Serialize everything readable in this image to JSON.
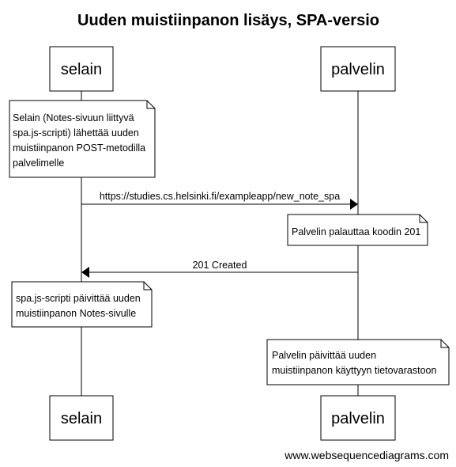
{
  "title": "Uuden muistiinpanon lisäys, SPA-versio",
  "actors": {
    "browser": "selain",
    "server": "palvelin"
  },
  "notes": {
    "browser_sends": [
      "Selain (Notes-sivuun liittyvä",
      "spa.js-scripti) lähettää uuden",
      "muistiinpanon POST-metodilla",
      "palvelimelle"
    ],
    "server_returns": [
      "Palvelin palauttaa koodin 201"
    ],
    "browser_updates": [
      "spa.js-scripti päivittää uuden",
      "muistiinpanon Notes-sivulle"
    ],
    "server_updates": [
      "Palvelin päivittää uuden",
      "muistiinpanon käyttyyn tietovarastoon"
    ]
  },
  "messages": {
    "request": "https://studies.cs.helsinki.fi/exampleapp/new_note_spa",
    "response": "201 Created"
  },
  "footer": "www.websequencediagrams.com",
  "colors": {
    "line": "#000000",
    "box_fill": "#ffffff",
    "background": "#ffffff"
  }
}
